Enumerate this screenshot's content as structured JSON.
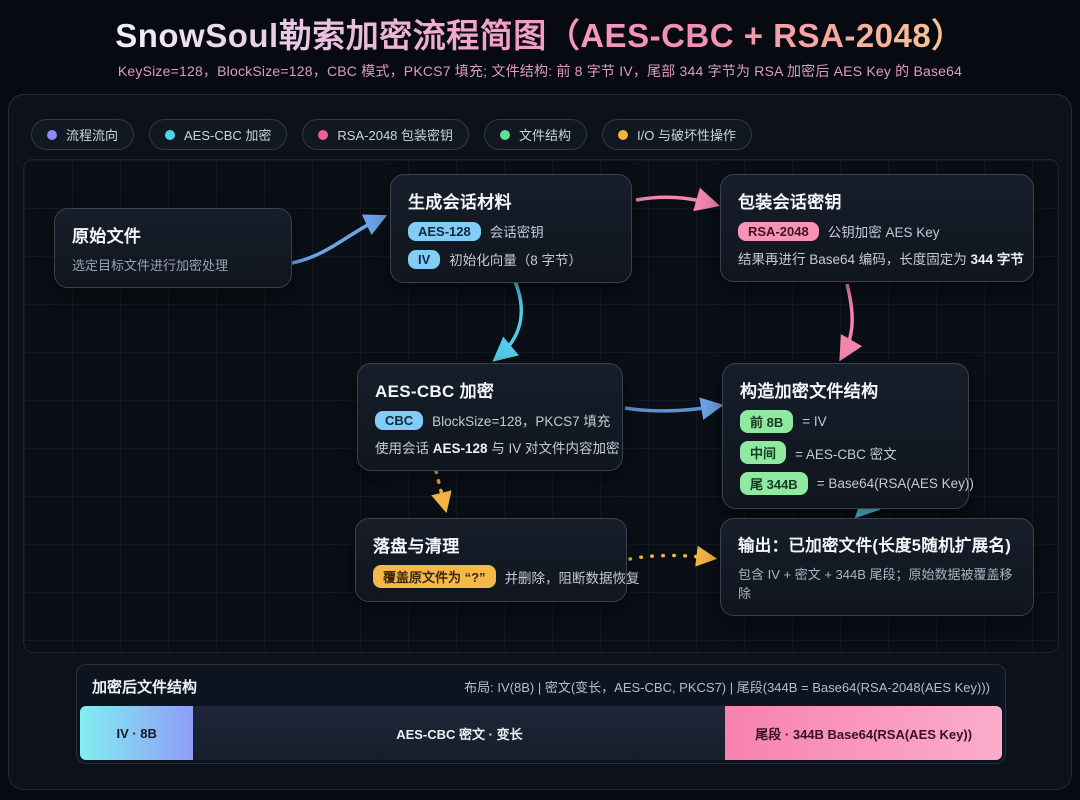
{
  "header": {
    "title": "SnowSoul勒索加密流程简图（AES-CBC + RSA-2048）",
    "subtitle": "KeySize=128，BlockSize=128，CBC 模式，PKCS7 填充; 文件结构: 前 8 字节 IV，尾部 344 字节为 RSA 加密后 AES Key 的 Base64"
  },
  "legend": {
    "items": [
      {
        "label": "流程流向",
        "color": "#8a8af6"
      },
      {
        "label": "AES-CBC 加密",
        "color": "#4fd6e6"
      },
      {
        "label": "RSA-2048 包装密钥",
        "color": "#f05c9a"
      },
      {
        "label": "文件结构",
        "color": "#5fe08f"
      },
      {
        "label": "I/O 与破坏性操作",
        "color": "#f2b440"
      }
    ]
  },
  "nodes": {
    "source": {
      "title": "原始文件",
      "desc": "选定目标文件进行加密处理"
    },
    "session": {
      "title": "生成会话材料",
      "rows": [
        {
          "badge": "AES-128",
          "text": "会话密钥"
        },
        {
          "badge": "IV",
          "text": "初始化向量（8 字节）"
        }
      ]
    },
    "wrap": {
      "title": "包装会话密钥",
      "badge": "RSA-2048",
      "badge_text": "公钥加密 AES Key",
      "desc_prefix": "结果再进行 Base64 编码，长度固定为 ",
      "desc_bold": "344 字节"
    },
    "encrypt": {
      "title": "AES-CBC 加密",
      "badge": "CBC",
      "badge_text": "BlockSize=128，PKCS7 填充",
      "desc_prefix": "使用会话 ",
      "desc_bold": "AES-128",
      "desc_suffix": " 与 IV 对文件内容加密"
    },
    "structure": {
      "title": "构造加密文件结构",
      "rows": [
        {
          "badge": "前 8B",
          "text": "= IV"
        },
        {
          "badge": "中间",
          "text": "= AES-CBC 密文"
        },
        {
          "badge": "尾 344B",
          "text": "= Base64(RSA(AES Key))"
        }
      ]
    },
    "cleanup": {
      "title": "落盘与清理",
      "badge": "覆盖原文件为 “?”",
      "badge_text": "并删除，阻断数据恢复"
    },
    "output": {
      "title": "输出：已加密文件(长度5随机扩展名)",
      "desc": "包含 IV + 密文 + 344B 尾段；原始数据被覆盖移除"
    }
  },
  "file_structure": {
    "title": "加密后文件结构",
    "layout_note": "布局: IV(8B) | 密文(变长，AES-CBC, PKCS7) | 尾段(344B = Base64(RSA-2048(AES Key)))",
    "segments": [
      {
        "label": "IV · 8B",
        "width": "12.3%",
        "bg": "linear-gradient(90deg,#82eef2,#8f9df6)",
        "fg": "#0e1a2e"
      },
      {
        "label": "AES-CBC 密文 · 变长",
        "width": "57.7%",
        "bg": "linear-gradient(180deg,#1d2637,#161e2c)",
        "fg": "#ecf0f6"
      },
      {
        "label": "尾段 · 344B Base64(RSA(AES Key))",
        "width": "30%",
        "bg": "linear-gradient(90deg,#f782ae,#fbadca)",
        "fg": "#3a1124"
      }
    ]
  },
  "colors": {
    "badge_cyan": "#83ccf5",
    "badge_pink": "#f794b6",
    "badge_green": "#90e9a0",
    "badge_yellow": "#f5b94a",
    "arrow_blue": "#6aa3e8",
    "arrow_cyan": "#55c9ea",
    "arrow_pink": "#f287ae",
    "arrow_yellow": "#f2b545"
  }
}
